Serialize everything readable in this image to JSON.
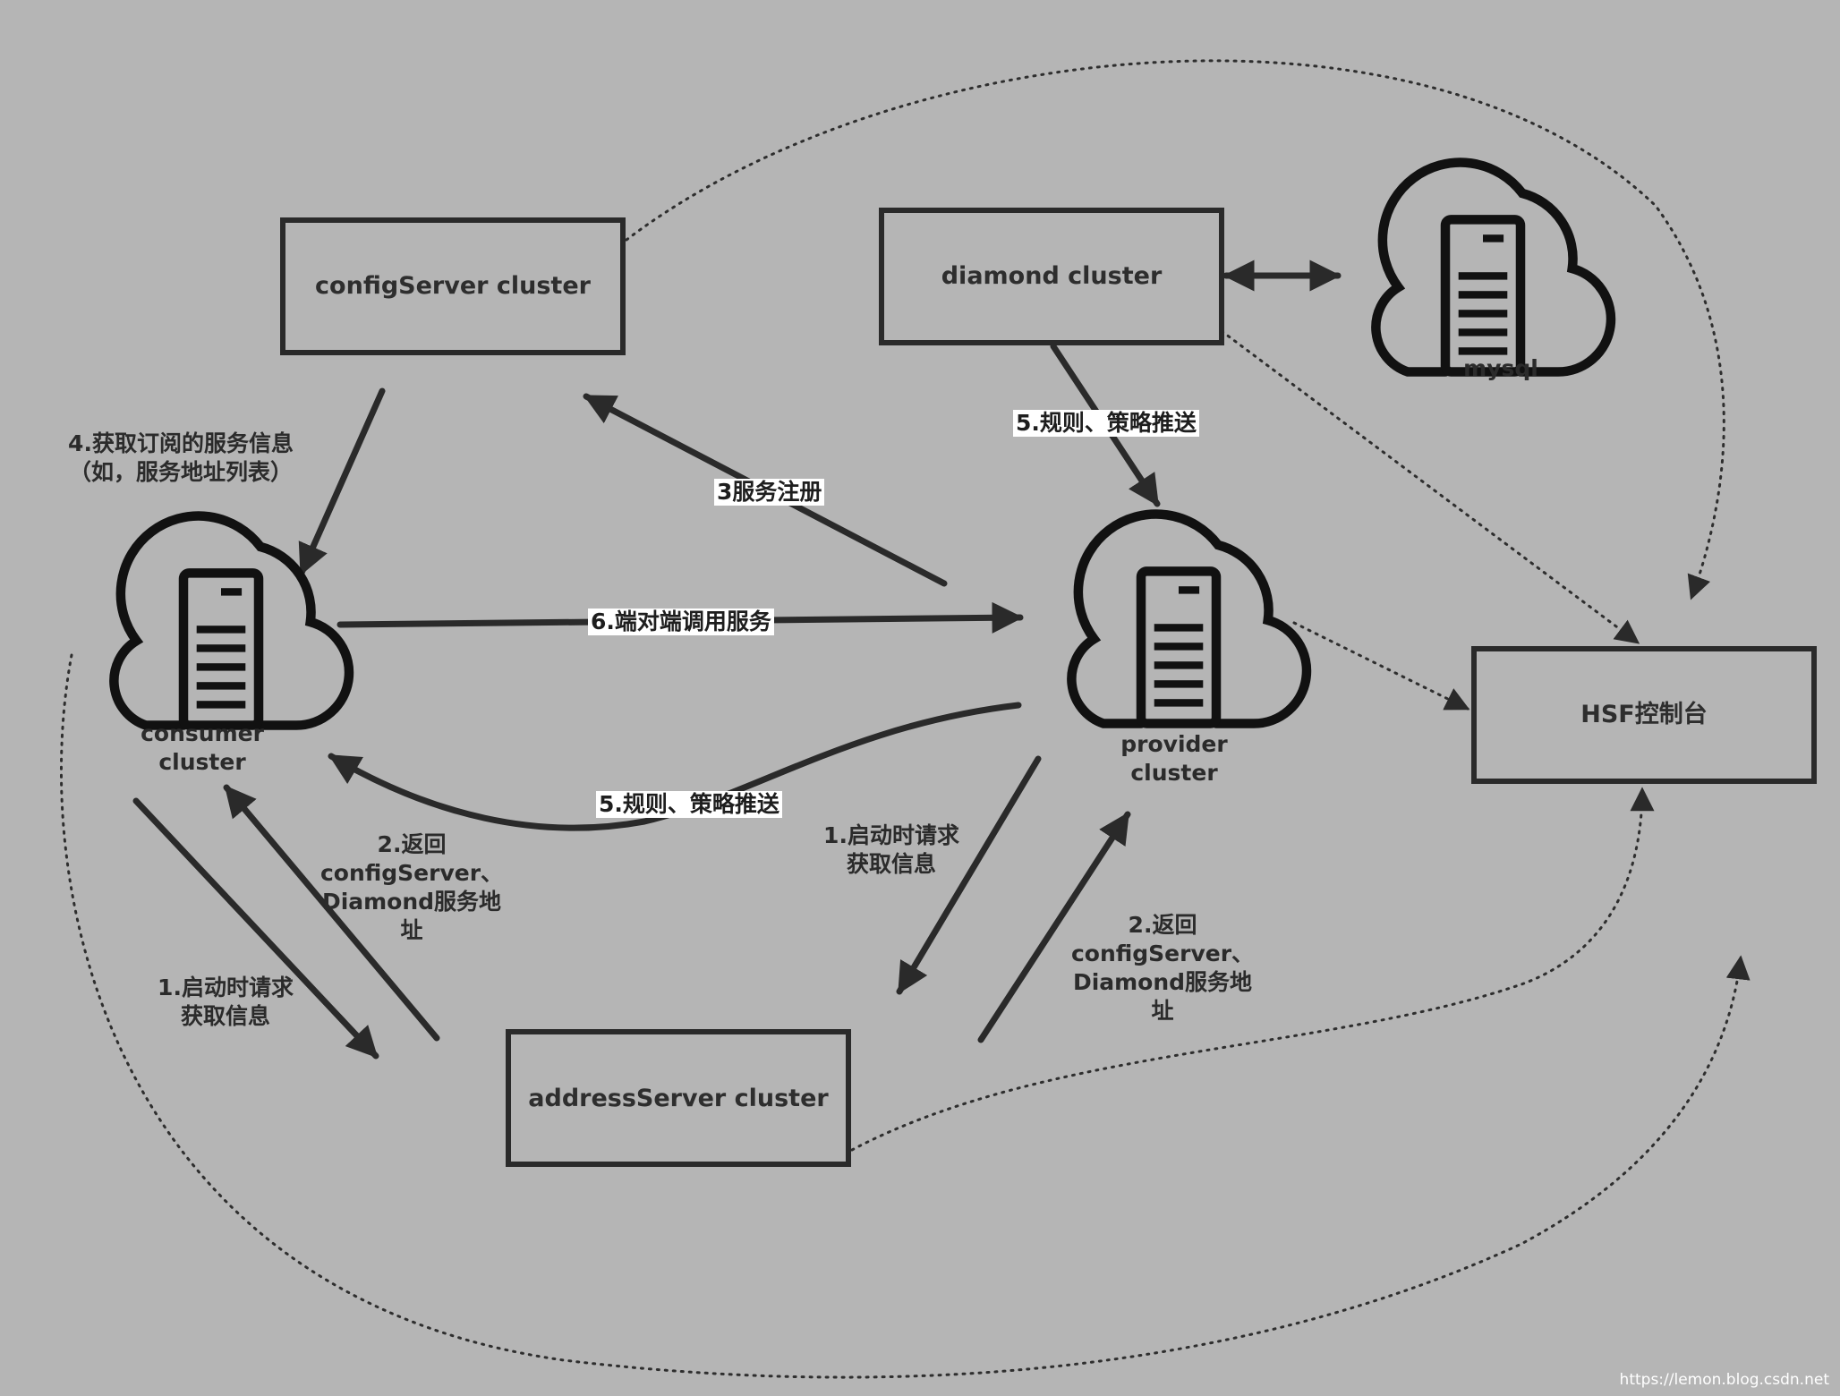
{
  "nodes": {
    "config_server": "configServer cluster",
    "diamond": "diamond cluster",
    "address_server": "addressServer cluster",
    "hsf_console": "HSF控制台",
    "mysql": "mysql",
    "consumer": [
      "consumer",
      "cluster"
    ],
    "provider": [
      "provider",
      "cluster"
    ]
  },
  "edges": {
    "register": "3服务注册",
    "push_provider": "5.规则、策略推送",
    "push_consumer": "5.规则、策略推送",
    "invoke": "6.端对端调用服务",
    "subscribe": [
      "4.获取订阅的服务信息",
      "（如，服务地址列表）"
    ],
    "consumer_request": [
      "1.启动时请求",
      "获取信息"
    ],
    "consumer_return": [
      "2.返回",
      "configServer、",
      "Diamond服务地",
      "址"
    ],
    "provider_request": [
      "1.启动时请求",
      "获取信息"
    ],
    "provider_return": [
      "2.返回",
      "configServer、",
      "Diamond服务地",
      "址"
    ]
  },
  "watermark": "https://lemon.blog.csdn.net",
  "colors": {
    "background": "#b5b5b5",
    "stroke": "#2a2a2a",
    "highlight": "#ffffff"
  }
}
